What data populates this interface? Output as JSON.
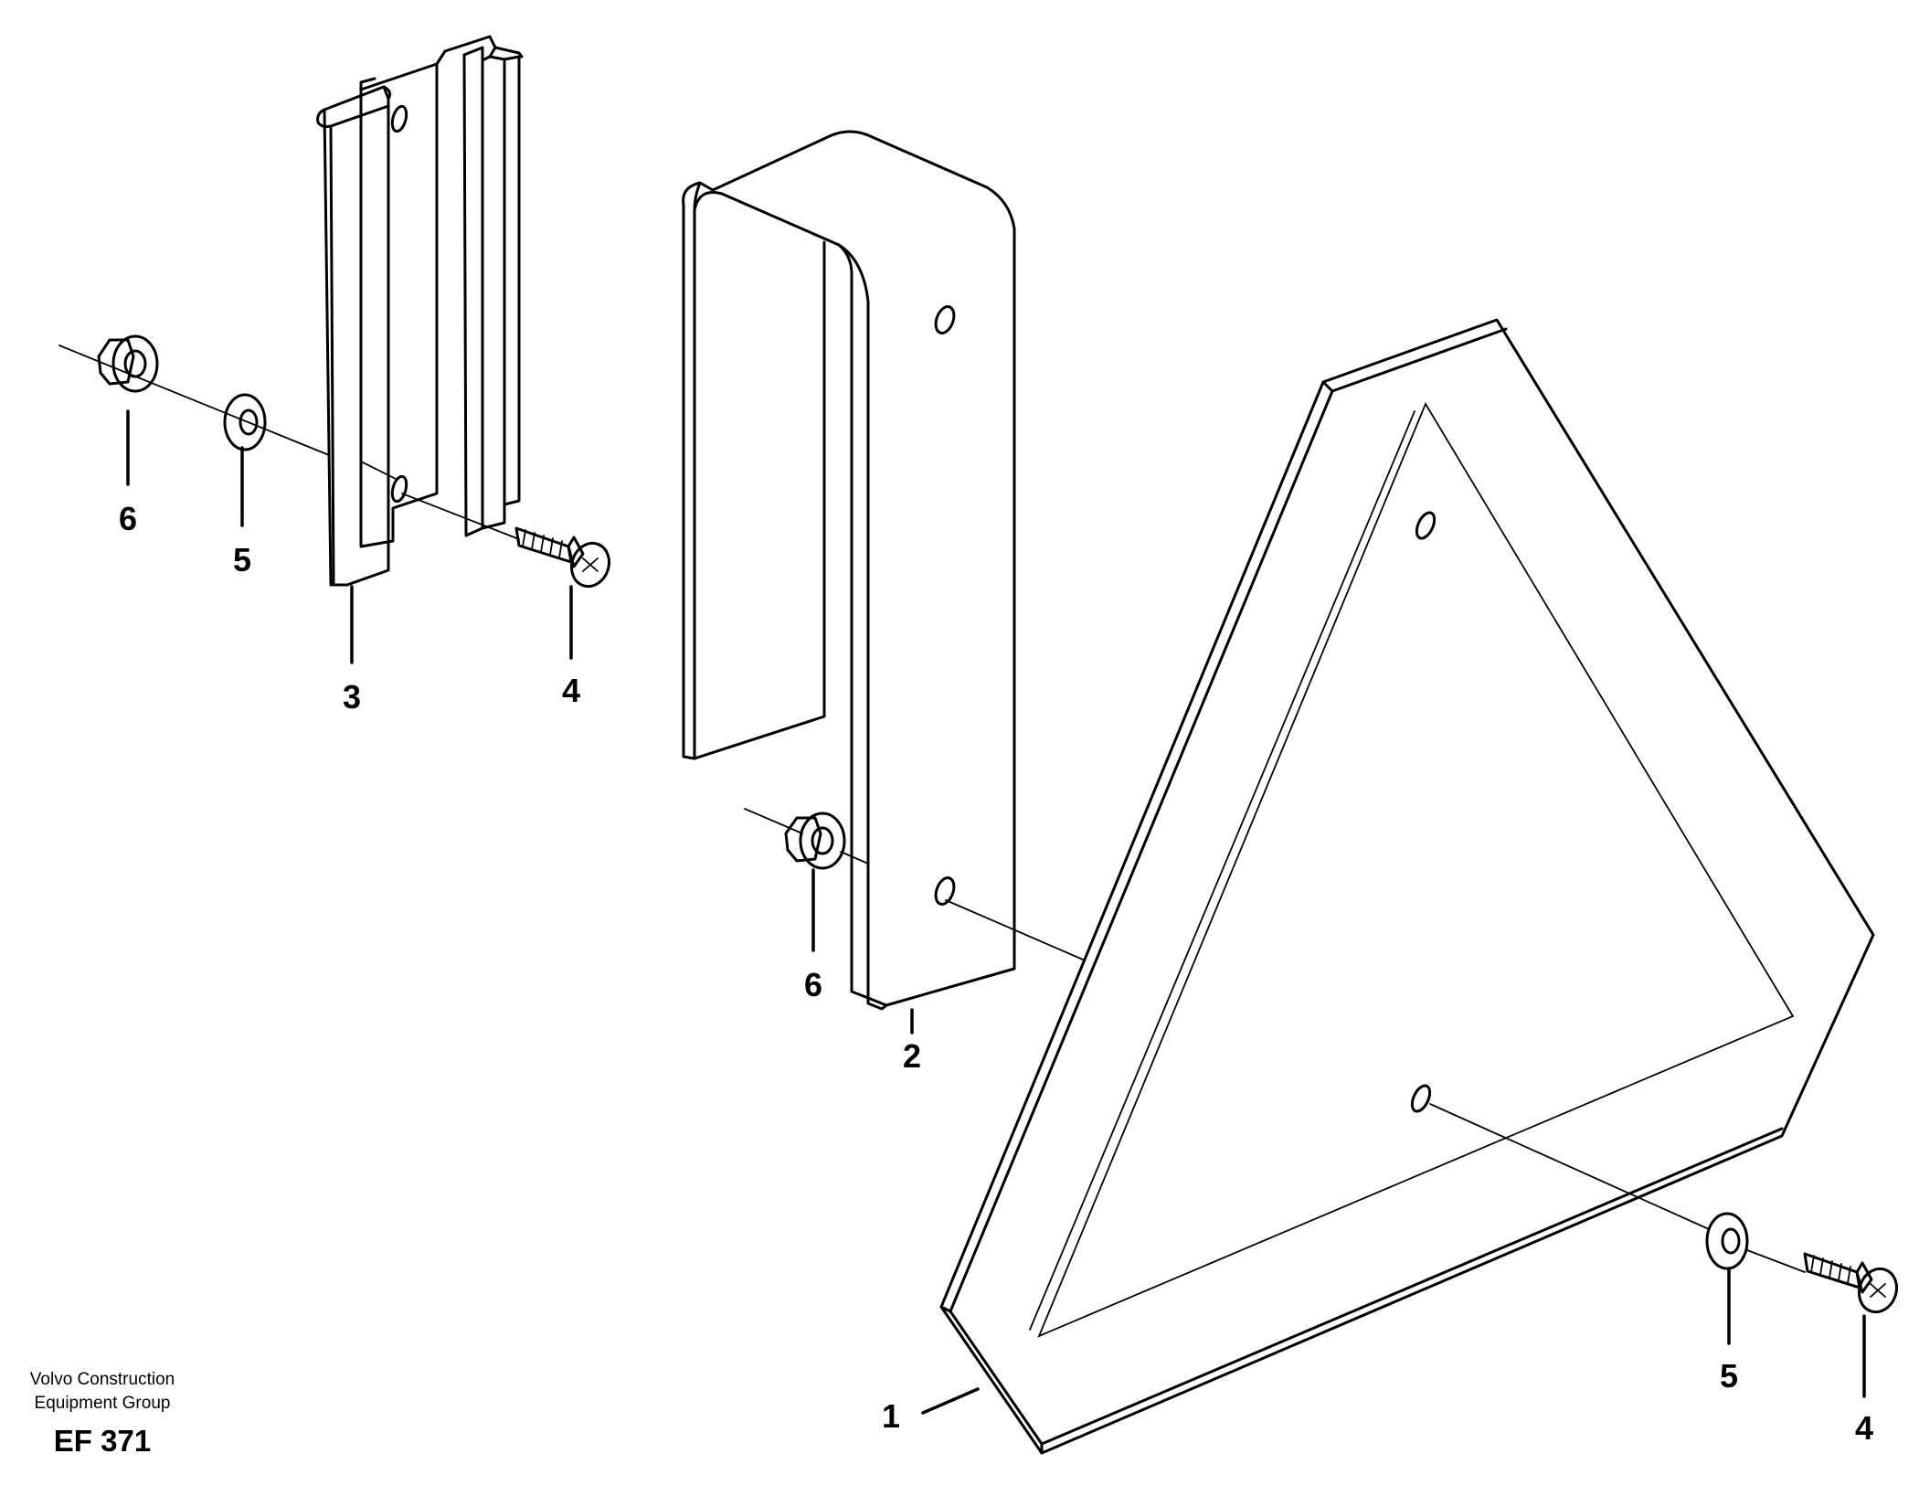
{
  "diagram": {
    "part_numbers": {
      "triangle_sign": "1",
      "u_bracket": "2",
      "mounting_rail": "3",
      "screw_top": "4",
      "screw_bottom": "4",
      "washer_top": "5",
      "washer_bottom": "5",
      "nut_left": "6",
      "nut_middle": "6"
    },
    "caption": {
      "line1": "Volvo Construction",
      "line2": "Equipment Group",
      "code": "EF 371"
    }
  }
}
